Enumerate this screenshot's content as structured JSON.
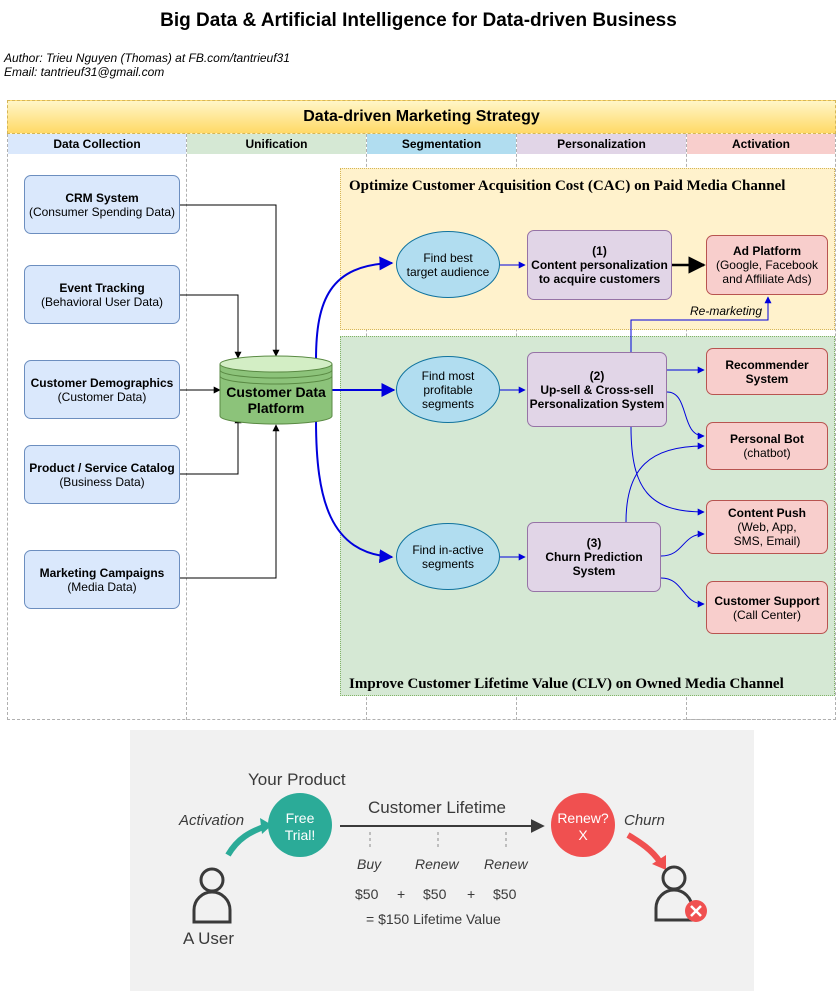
{
  "header": {
    "title": "Big Data & Artificial Intelligence for Data-driven Business",
    "author": "Author: Trieu Nguyen (Thomas) at FB.com/tantrieuf31",
    "email": "Email: tantrieuf31@gmail.com"
  },
  "strategy": {
    "title": "Data-driven Marketing Strategy",
    "columns": [
      "Data Collection",
      "Unification",
      "Segmentation",
      "Personalization",
      "Activation"
    ],
    "column_colors": [
      "#dae8fc",
      "#d5e8d4",
      "#b1ddf0",
      "#e1d5e7",
      "#f8cecc"
    ]
  },
  "zones": {
    "top": "Optimize Customer Acquisition Cost (CAC) on Paid Media Channel",
    "bottom": "Improve Customer Lifetime Value (CLV) on Owned Media Channel"
  },
  "sources": [
    {
      "title": "CRM System",
      "sub": "(Consumer Spending Data)"
    },
    {
      "title": "Event Tracking",
      "sub": "(Behavioral User Data)"
    },
    {
      "title": "Customer Demographics",
      "sub": "(Customer Data)"
    },
    {
      "title": "Product / Service Catalog",
      "sub": "(Business Data)"
    },
    {
      "title": "Marketing Campaigns",
      "sub": "(Media Data)"
    }
  ],
  "cdp": {
    "line1": "Customer Data",
    "line2": "Platform"
  },
  "segments": [
    {
      "line1": "Find best",
      "line2": "target audience"
    },
    {
      "line1": "Find most",
      "line2": "profitable",
      "line3": "segments"
    },
    {
      "line1": "Find in-active",
      "line2": "segments"
    }
  ],
  "personalization": [
    {
      "num": "(1)",
      "line1": "Content personalization",
      "line2": "to acquire customers"
    },
    {
      "num": "(2)",
      "line1": "Up-sell & Cross-sell",
      "line2": "Personalization System"
    },
    {
      "num": "(3)",
      "line1": "Churn Prediction",
      "line2": "System"
    }
  ],
  "activation": [
    {
      "title": "Ad Platform",
      "l1": "(Google, Facebook",
      "l2": "and Affiliate Ads)"
    },
    {
      "title": "Recommender",
      "title2": "System"
    },
    {
      "title": "Personal Bot",
      "l1": "(chatbot)"
    },
    {
      "title": "Content Push",
      "l1": "(Web, App,",
      "l2": "SMS, Email)"
    },
    {
      "title": "Customer Support",
      "l1": "(Call Center)"
    }
  ],
  "remarketing": "Re-marketing",
  "lifetime": {
    "your_product": "Your Product",
    "activation": "Activation",
    "free": "Free",
    "trial": "Trial!",
    "customer_lifetime": "Customer Lifetime",
    "renew_q": "Renew?",
    "x": "X",
    "churn": "Churn",
    "user": "A User",
    "buy": "Buy",
    "renew": "Renew",
    "amount": "$50",
    "plus": "+",
    "total": "= $150 Lifetime Value",
    "teal": "#2bab98",
    "red": "#f05050"
  }
}
